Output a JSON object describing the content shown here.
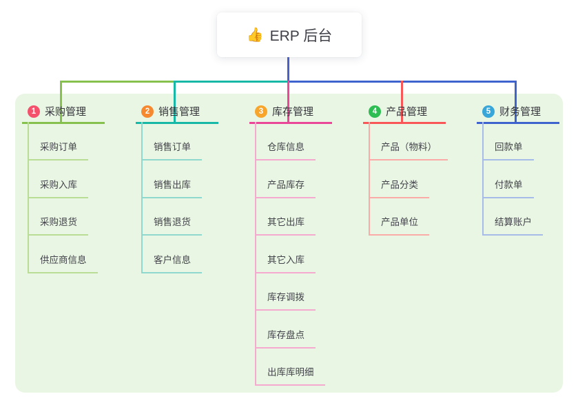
{
  "root": {
    "icon": "👍",
    "title": "ERP 后台"
  },
  "colors": {
    "canvas_bg": "#ffffff",
    "panel_bg": "#eaf6e4",
    "root_line": "#4a5fc9",
    "root_text": "#3e3f47",
    "header_text": "#35363c",
    "child_text": "#43444b"
  },
  "branches": [
    {
      "badge": "1",
      "badge_color": "#f4516c",
      "line_color": "#85c14c",
      "light_color": "#b9dd94",
      "label": "采购管理",
      "children": [
        "采购订单",
        "采购入库",
        "采购退货",
        "供应商信息"
      ]
    },
    {
      "badge": "2",
      "badge_color": "#f6892f",
      "line_color": "#17b8a6",
      "light_color": "#8ed8cd",
      "label": "销售管理",
      "children": [
        "销售订单",
        "销售出库",
        "销售退货",
        "客户信息"
      ]
    },
    {
      "badge": "3",
      "badge_color": "#f7a52b",
      "line_color": "#ea4798",
      "light_color": "#f5a9cf",
      "label": "库存管理",
      "children": [
        "仓库信息",
        "产品库存",
        "其它出库",
        "其它入库",
        "库存调拨",
        "库存盘点",
        "出库库明细"
      ]
    },
    {
      "badge": "4",
      "badge_color": "#2dbd52",
      "line_color": "#f95658",
      "light_color": "#fbaba7",
      "label": "产品管理",
      "children": [
        "产品（物料）",
        "产品分类",
        "产品单位"
      ]
    },
    {
      "badge": "5",
      "badge_color": "#38a6d8",
      "line_color": "#3e63cf",
      "light_color": "#a7bbe8",
      "label": "财务管理",
      "children": [
        "回款单",
        "付款单",
        "结算账户"
      ]
    }
  ]
}
